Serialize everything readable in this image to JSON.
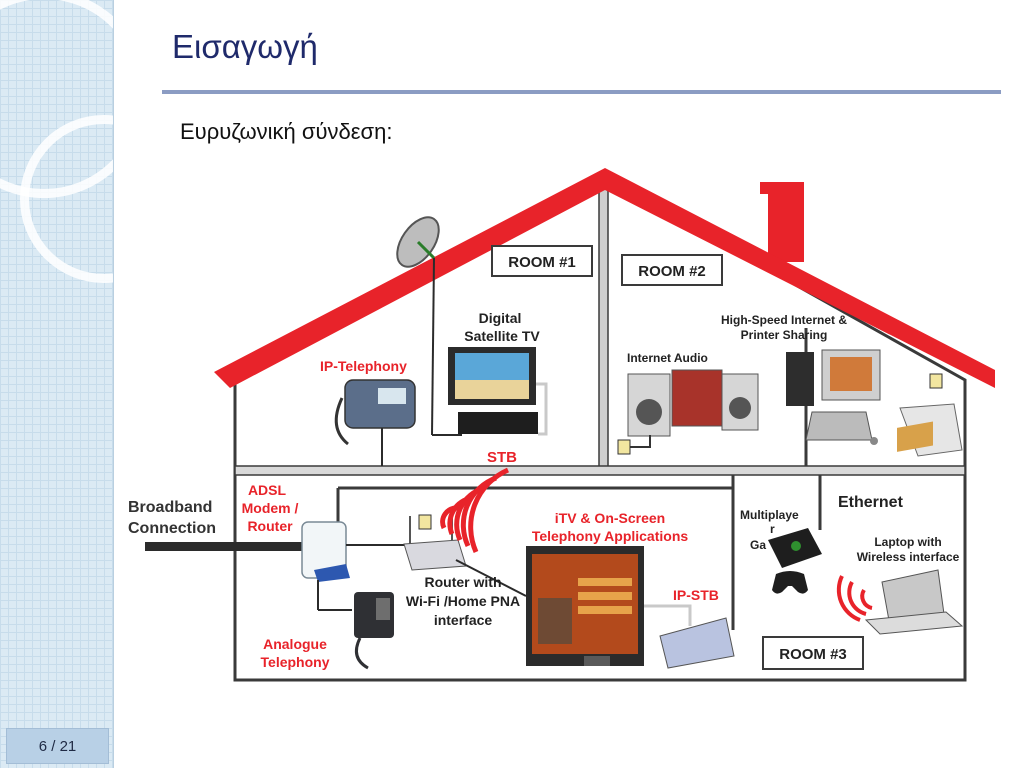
{
  "slide": {
    "title": "Εισαγωγή",
    "subtitle": "Ευρυζωνική σύνδεση:",
    "page_number": "6 / 21"
  },
  "diagram": {
    "rooms": {
      "room1": "ROOM #1",
      "room2": "ROOM #2",
      "room3": "ROOM #3"
    },
    "labels": {
      "broadband_line1": "Broadband",
      "broadband_line2": "Connection",
      "adsl_line1": "ADSL",
      "adsl_line2": "Modem /",
      "adsl_line3": "Router",
      "analogue_line1": "Analogue",
      "analogue_line2": "Telephony",
      "ip_telephony": "IP-Telephony",
      "digital_line1": "Digital",
      "digital_line2": "Satellite TV",
      "stb": "STB",
      "internet_audio": "Internet Audio",
      "highspeed_line1": "High-Speed Internet &",
      "highspeed_line2": "Printer Sharing",
      "itv_line1": "iTV & On-Screen",
      "itv_line2": "Telephony Applications",
      "router_line1": "Router with",
      "router_line2": "Wi-Fi /Home PNA",
      "router_line3": "interface",
      "ip_stb": "IP-STB",
      "multiplayer_line1": "Multiplaye",
      "multiplayer_line2": "r",
      "multiplayer_line3": "Ga",
      "ethernet": "Ethernet",
      "laptop_line1": "Laptop with",
      "laptop_line2": "Wireless interface"
    },
    "colors": {
      "roof": "#e8232a",
      "accent_text": "#e8232a",
      "wall": "#3a3a3a",
      "floor": "#d9d9d9"
    }
  }
}
